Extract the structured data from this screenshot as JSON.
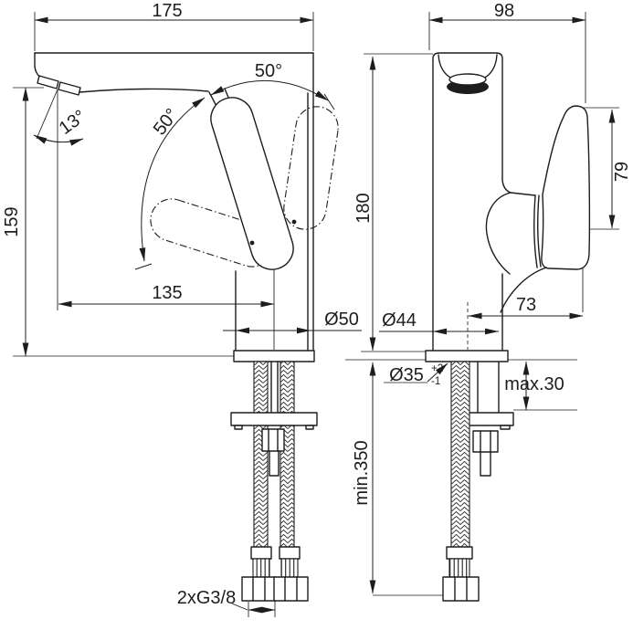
{
  "drawing": {
    "subject": "single-lever basin mixer faucet dimensional drawing, front and side views",
    "line_color": "#1d1d1b",
    "background_color": "#ffffff",
    "front_view": {
      "width": "175",
      "height": "159",
      "spout_reach": "135",
      "spout_angle": "13°",
      "handle_swing_left": "50°",
      "handle_swing_right": "50°",
      "body_diameter": "Ø50",
      "hose_thread": "2xG3/8"
    },
    "side_view": {
      "depth": "98",
      "height_above_deck": "180",
      "handle_top_height": "79",
      "handle_reach": "73",
      "base_diameter": "Ø44",
      "mounting_hole_diameter": "Ø35",
      "mounting_hole_tolerance_upper": "+2",
      "mounting_hole_tolerance_lower": "-1",
      "max_mounting_thickness": "max.30",
      "min_clearance_below": "min.350"
    }
  }
}
